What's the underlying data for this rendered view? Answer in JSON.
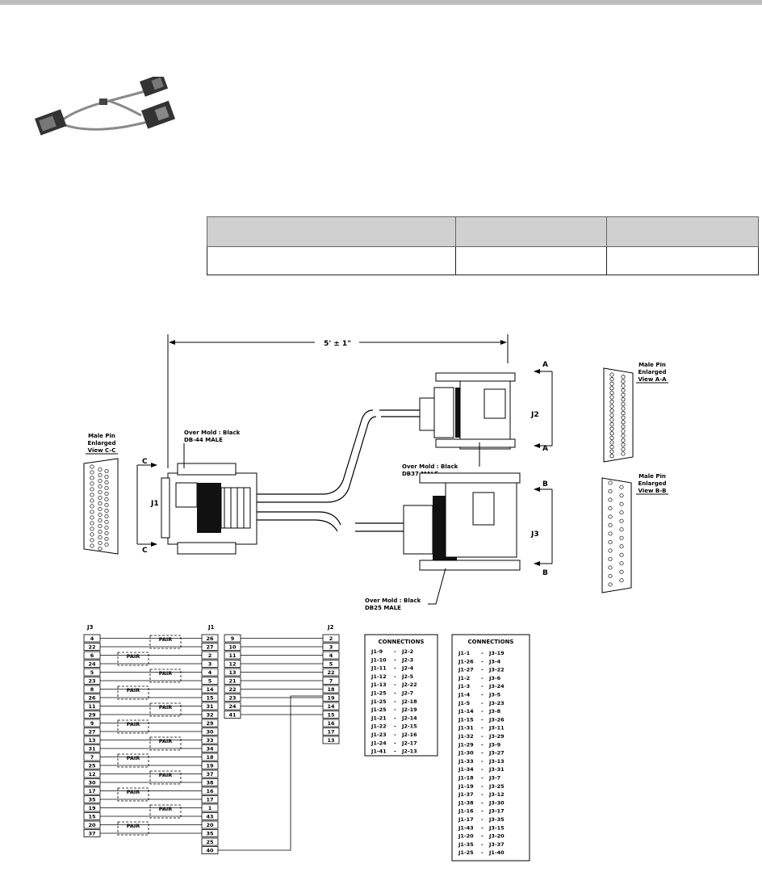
{
  "spec_table": {
    "headers": [
      "",
      "",
      ""
    ],
    "row": [
      "",
      "",
      ""
    ]
  },
  "dimension": "5' ± 1\"",
  "connectors": {
    "j1": {
      "ref": "J1",
      "mold_line1": "Over Mold : Black",
      "mold_line2": "DB-44 MALE",
      "section": "C",
      "view": [
        "Male Pin",
        "Enlarged",
        "View C-C"
      ]
    },
    "j2": {
      "ref": "J2",
      "mold_line1": "Over Mold : Black",
      "mold_line2": "DB37 MALE",
      "section": "A",
      "view": [
        "Male Pin",
        "Enlarged",
        "View A-A"
      ]
    },
    "j3": {
      "ref": "J3",
      "mold_line1": "Over Mold : Black",
      "mold_line2": "DB25 MALE",
      "section": "B",
      "view": [
        "Male Pin",
        "Enlarged",
        "View B-B"
      ]
    }
  },
  "wiring": {
    "j3_label": "J3",
    "j1_label": "J1",
    "j2_label": "J2",
    "pair_label": "PAIR",
    "left_pairs": [
      [
        "4",
        "26"
      ],
      [
        "22",
        "27"
      ],
      [
        "6",
        "2"
      ],
      [
        "24",
        "3"
      ],
      [
        "5",
        "4"
      ],
      [
        "23",
        "5"
      ],
      [
        "8",
        "14"
      ],
      [
        "26",
        "15"
      ],
      [
        "11",
        "31"
      ],
      [
        "29",
        "32"
      ],
      [
        "9",
        "29"
      ],
      [
        "27",
        "30"
      ],
      [
        "13",
        "33"
      ],
      [
        "31",
        "34"
      ],
      [
        "7",
        "18"
      ],
      [
        "25",
        "19"
      ],
      [
        "12",
        "37"
      ],
      [
        "30",
        "38"
      ],
      [
        "17",
        "16"
      ],
      [
        "35",
        "17"
      ],
      [
        "19",
        "1"
      ],
      [
        "15",
        "43"
      ],
      [
        "20",
        "20"
      ],
      [
        "37",
        "35"
      ]
    ],
    "j1_extra": [
      "25",
      "40"
    ],
    "mid_pairs": [
      [
        "9",
        "2"
      ],
      [
        "10",
        "3"
      ],
      [
        "11",
        "4"
      ],
      [
        "12",
        "5"
      ],
      [
        "13",
        "22"
      ],
      [
        "21",
        "7"
      ],
      [
        "22",
        "18"
      ],
      [
        "23",
        "19"
      ],
      [
        "24",
        "14"
      ],
      [
        "41",
        "15"
      ]
    ],
    "j2_extra": [
      "16",
      "17",
      "13"
    ]
  },
  "connections_j2": {
    "title": "CONNECTIONS",
    "rows": [
      [
        "J1-9",
        "J2-2"
      ],
      [
        "J1-10",
        "J2-3"
      ],
      [
        "J1-11",
        "J2-4"
      ],
      [
        "J1-12",
        "J2-5"
      ],
      [
        "J1-13",
        "J2-22"
      ],
      [
        "J1-25",
        "J2-7"
      ],
      [
        "J1-25",
        "J2-18"
      ],
      [
        "J1-25",
        "J2-19"
      ],
      [
        "J1-21",
        "J2-14"
      ],
      [
        "J1-22",
        "J2-15"
      ],
      [
        "J1-23",
        "J2-16"
      ],
      [
        "J1-24",
        "J2-17"
      ],
      [
        "J1-41",
        "J2-13"
      ]
    ]
  },
  "connections_j3": {
    "title": "CONNECTIONS",
    "rows": [
      [
        "J1-1",
        "J3-19"
      ],
      [
        "J1-26",
        "J3-4"
      ],
      [
        "J1-27",
        "J3-22"
      ],
      [
        "J1-2",
        "J3-6"
      ],
      [
        "J1-3",
        "J3-24"
      ],
      [
        "J1-4",
        "J3-5"
      ],
      [
        "J1-5",
        "J3-23"
      ],
      [
        "J1-14",
        "J3-8"
      ],
      [
        "J1-15",
        "J3-26"
      ],
      [
        "J1-31",
        "J3-11"
      ],
      [
        "J1-32",
        "J3-29"
      ],
      [
        "J1-29",
        "J3-9"
      ],
      [
        "J1-30",
        "J3-27"
      ],
      [
        "J1-33",
        "J3-13"
      ],
      [
        "J1-34",
        "J3-31"
      ],
      [
        "J1-18",
        "J3-7"
      ],
      [
        "J1-19",
        "J3-25"
      ],
      [
        "J1-37",
        "J3-12"
      ],
      [
        "J1-38",
        "J3-30"
      ],
      [
        "J1-16",
        "J3-17"
      ],
      [
        "J1-17",
        "J3-35"
      ],
      [
        "J1-43",
        "J3-15"
      ],
      [
        "J1-20",
        "J3-20"
      ],
      [
        "J1-35",
        "J3-37"
      ],
      [
        "J1-25",
        "J1-40"
      ]
    ]
  }
}
